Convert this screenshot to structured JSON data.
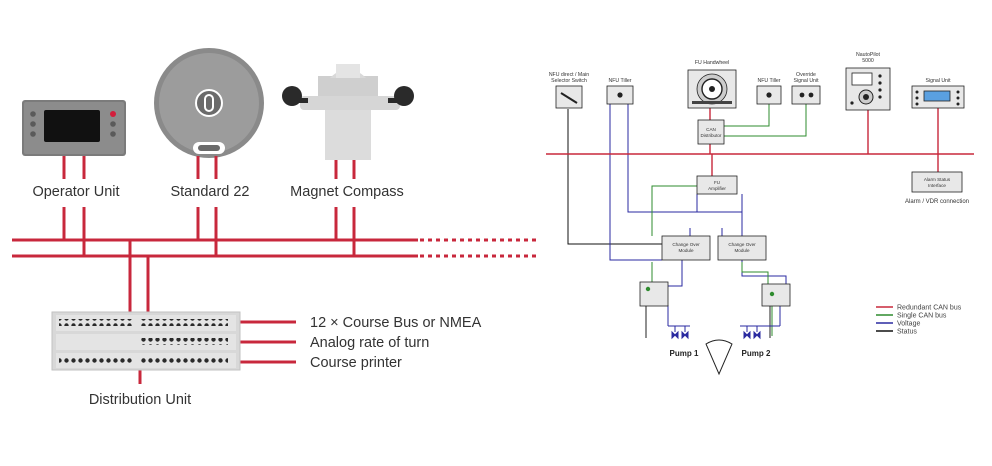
{
  "left": {
    "units": [
      "Operator Unit",
      "Standard 22",
      "Magnet Compass"
    ],
    "distribution": {
      "title": "Distribution Unit",
      "outputs": [
        "12 × Course Bus or NMEA",
        "Analog rate of turn",
        "Course printer"
      ]
    }
  },
  "right": {
    "boxes": {
      "nfu_direct": "NFU direct / Main",
      "nfu_direct2": "Selector Switch",
      "nfu_tiller_left": "NFU Tiller",
      "fu_handwheel": "FU Handwheel",
      "nfu_tiller_right": "NFU Tiller",
      "override": "Override",
      "override2": "Signal Unit",
      "nautopilot": "NautoPilot",
      "nautopilot2": "5000",
      "signal_unit": "Signal Unit",
      "can_dist": "CAN",
      "can_dist2": "Distributor",
      "fu_amp": "FU",
      "fu_amp2": "Amplifier",
      "com_left": "Change Over",
      "com_left2": "Module",
      "com_right": "Change Over",
      "com_right2": "Module",
      "alarm": "Alarm Status",
      "alarm2": "Interface"
    },
    "alarm_vdr": "Alarm / VDR connection",
    "pumps": [
      "Pump 1",
      "Pump 2"
    ],
    "legend": [
      {
        "label": "Redundant CAN bus",
        "color": "#c8283c"
      },
      {
        "label": "Single CAN bus",
        "color": "#2e8b2e"
      },
      {
        "label": "Voltage",
        "color": "#2a2aa0"
      },
      {
        "label": "Status",
        "color": "#111111"
      }
    ]
  }
}
